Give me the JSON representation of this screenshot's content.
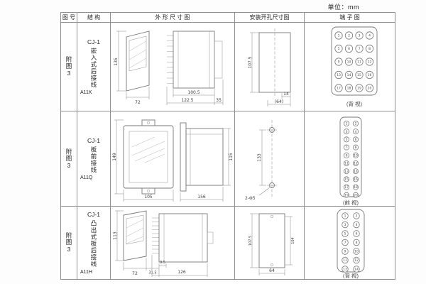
{
  "page": {
    "unit_label": "单位：mm"
  },
  "table": {
    "headers": {
      "fig": "图 号",
      "structure": "结 构",
      "outline": "外 形 尺 寸 图",
      "mounting": "安装开孔尺寸图",
      "terminal": "端 子 图"
    },
    "rows": [
      {
        "fig_no": "附图3",
        "model": "CJ-1",
        "structure_desc": "嵌入式后接线",
        "code": "A11K",
        "outline_dims": {
          "height": "135",
          "width": "72",
          "d1": "100.5",
          "d2": "122.5",
          "d3": "35"
        },
        "mounting_dims": {
          "height": "107.5",
          "d1": "14",
          "d2": "(64)"
        },
        "terminal": {
          "view_label": "(背 视)",
          "numbers": [
            1,
            2,
            3,
            4,
            5,
            6,
            7,
            8,
            9,
            10,
            11,
            12,
            13,
            14,
            15,
            16,
            17,
            18,
            19,
            20
          ]
        }
      },
      {
        "fig_no": "附图3",
        "model": "CJ-1",
        "structure_desc": "板前接线",
        "code": "A11Q",
        "outline_dims": {
          "height": "149",
          "width": "105",
          "d1": "156",
          "d2": "115"
        },
        "mounting_dims": {
          "height": "133",
          "holes_label": "2-Φ5"
        },
        "terminal": {
          "view_label": "(前 视)",
          "numbers": [
            1,
            2,
            3,
            4,
            5,
            6,
            7,
            8,
            9,
            10,
            11,
            12,
            13,
            14,
            15,
            16,
            17,
            18,
            19,
            20
          ]
        }
      },
      {
        "fig_no": "附图3",
        "model": "CJ-1",
        "structure_desc": "凸出式板后接线",
        "code": "A11H",
        "outline_dims": {
          "height": "113",
          "width": "72",
          "d1": "31.5",
          "d2": "9.5",
          "d3": "126"
        },
        "mounting_dims": {
          "height": "107.5",
          "d1": "104",
          "d2": "64"
        },
        "terminal": {
          "view_label": "(背 视)",
          "numbers": [
            1,
            2,
            3,
            4,
            5,
            6,
            7,
            8,
            9,
            10,
            11,
            12,
            13,
            14
          ]
        }
      }
    ]
  }
}
